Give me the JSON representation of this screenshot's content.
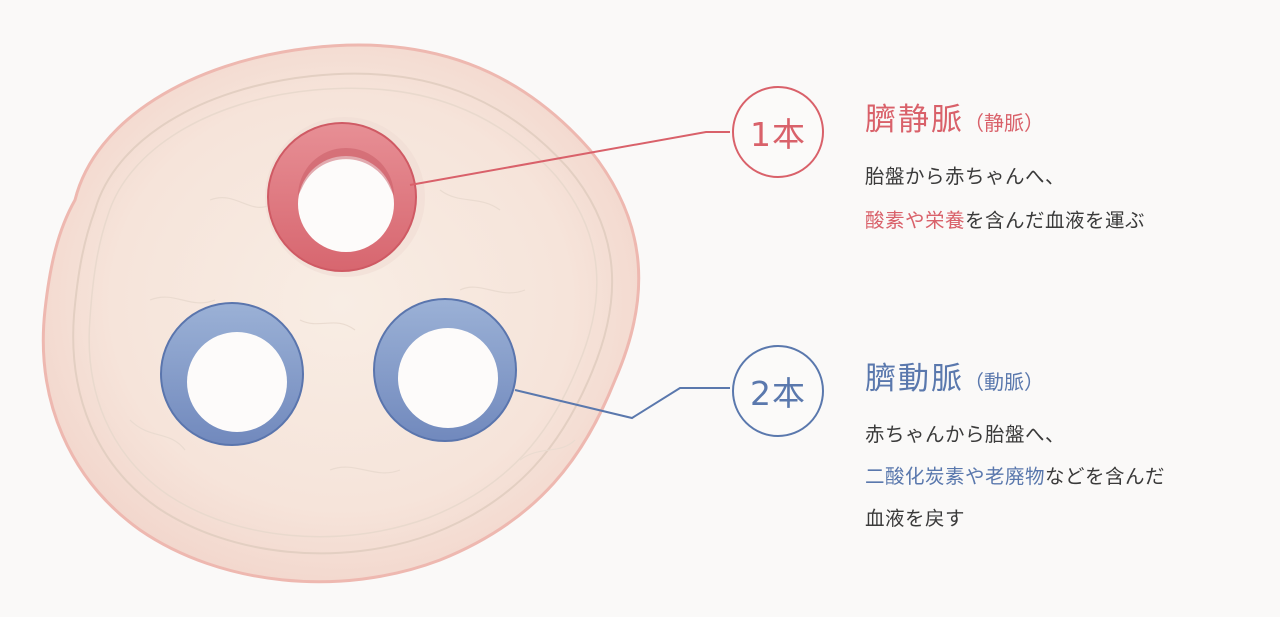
{
  "vein": {
    "count_label": "1本",
    "title": "臍静脈",
    "subtitle": "（静脈）",
    "line1": "胎盤から赤ちゃんへ、",
    "highlight": "酸素や栄養",
    "line2_rest": "を含んだ血液を運ぶ",
    "color": "#d9616a"
  },
  "artery": {
    "count_label": "2本",
    "title": "臍動脈",
    "subtitle": "（動脈）",
    "line1": "赤ちゃんから胎盤へ、",
    "highlight": "二酸化炭素や老廃物",
    "line2_rest": "などを含んだ",
    "line3": "血液を戻す",
    "color": "#5a78ad"
  }
}
